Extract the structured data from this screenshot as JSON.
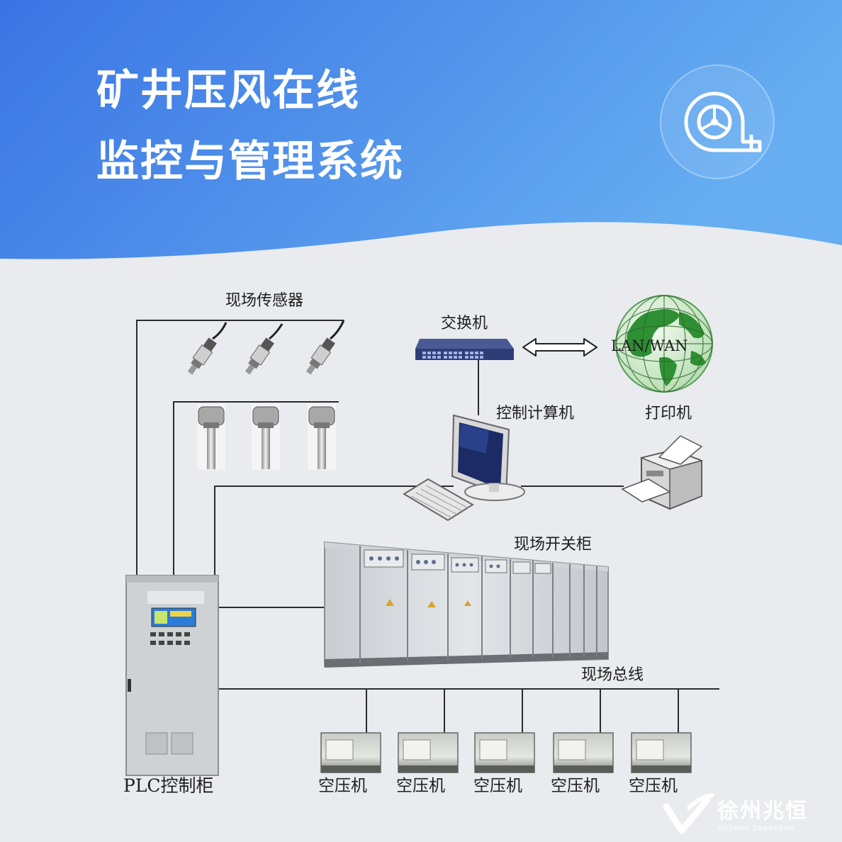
{
  "header": {
    "title_line1": "矿井压风在线",
    "title_line2": "监控与管理系统",
    "icon": "turbine-fan-icon"
  },
  "diagram": {
    "labels": {
      "field_sensors": "现场传感器",
      "switch": "交换机",
      "network": "LAN/WAN",
      "control_computer": "控制计算机",
      "printer": "打印机",
      "switchgear": "现场开关柜",
      "field_bus": "现场总线",
      "plc_cabinet": "PLC控制柜"
    },
    "compressors": [
      "空压机",
      "空压机",
      "空压机",
      "空压机",
      "空压机"
    ]
  },
  "brand": {
    "name": "徐州兆恒",
    "pinyin": "XUZHOU  ZHAOHENG"
  },
  "colors": {
    "header_gradient_start": "#3a79e6",
    "header_gradient_end": "#63aaf0",
    "background": "#e9ebee",
    "line": "#2b2b2b"
  }
}
